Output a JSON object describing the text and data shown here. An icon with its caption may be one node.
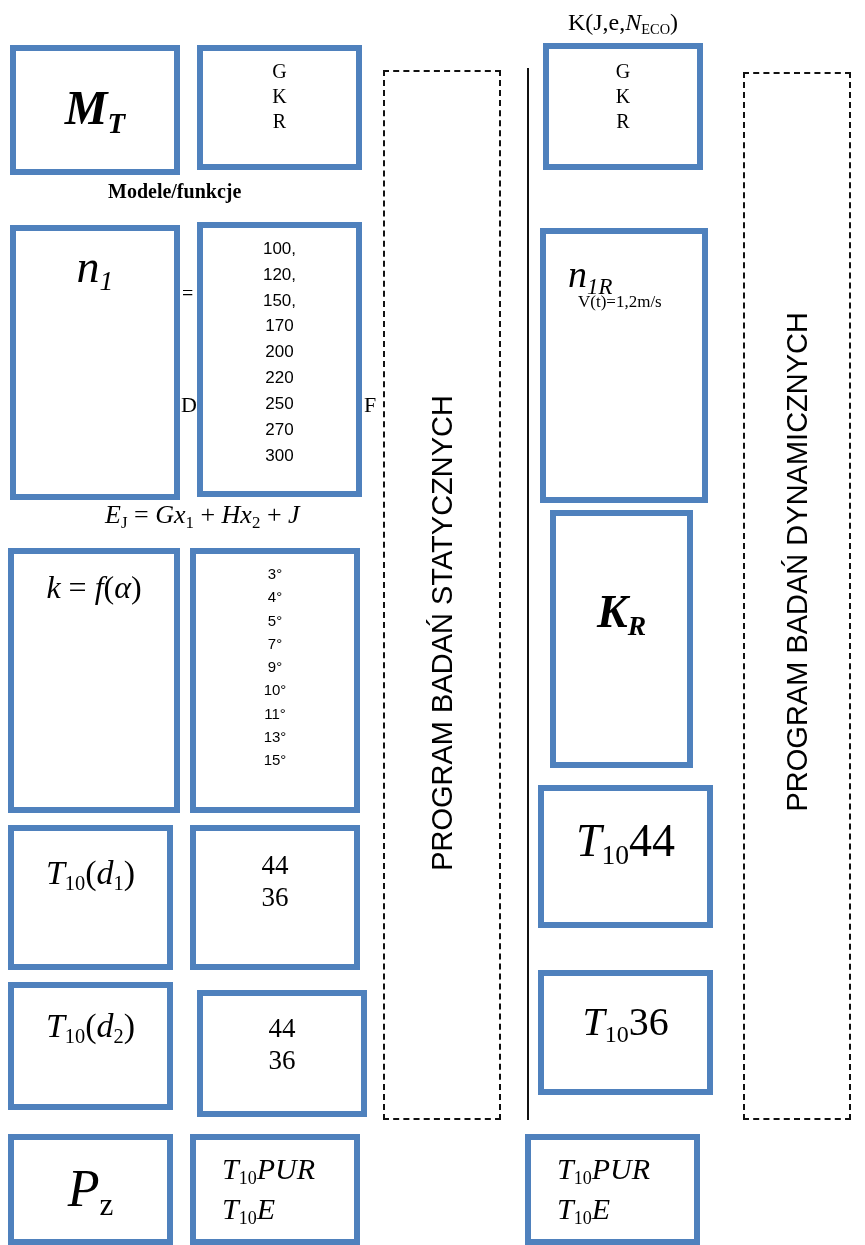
{
  "diagram": {
    "nodes": [
      {
        "text": [
          "M$_{T}$"
        ]
      },
      {
        "text": [
          "G K R"
        ]
      },
      {
        "text": [
          "PROGRAM BADAŃ STATYCZNYCH"
        ]
      },
      {
        "text": [
          "K(J,e,*N*$_{ECO}$)",
          "G K R"
        ]
      },
      {
        "text": [
          "PROGRAM BADAŃ DYNAMICZNYCH"
        ]
      },
      {
        "text": [
          "*n*$_{1}$"
        ]
      },
      {
        "text": [
          "100, 120, 150, 170 200 220 250 270 300"
        ]
      },
      {
        "text": [
          "*n*$_{1R}$",
          "V(t)=1,2m/s"
        ]
      },
      {
        "text": [
          "*k* = *f*(*α*)"
        ]
      },
      {
        "text": [
          "3° 4° 5° 7° 9° 10° 11° 13° 15°"
        ]
      },
      {
        "text": [
          "*K*$_{R}$"
        ]
      },
      {
        "text": [
          "*T*$_{10}$(*d*$_{1}$)"
        ]
      },
      {
        "text": [
          "44 36"
        ]
      },
      {
        "text": [
          "*T*$_{10}$44"
        ]
      },
      {
        "text": [
          "*T*$_{10}$(*d*$_{2}$)"
        ]
      },
      {
        "text": [
          "44 36"
        ]
      },
      {
        "text": [
          "*T*$_{10}$36"
        ]
      },
      {
        "text": [
          "*P*$_{z}$"
        ]
      },
      {
        "text": [
          "*T*$_{10}$*PUR* *T*$_{10}$*E*"
        ]
      },
      {
        "text": [
          "*T*$_{10}$*PUR* *T*$_{10}$*E*"
        ]
      }
    ],
    "labels": [
      "Modele/funkcje",
      "=",
      "D",
      "F",
      "*E*$_{J}$ = *Gx*$_{1}$ + *Hx*$_{2}$ + *J*"
    ]
  }
}
